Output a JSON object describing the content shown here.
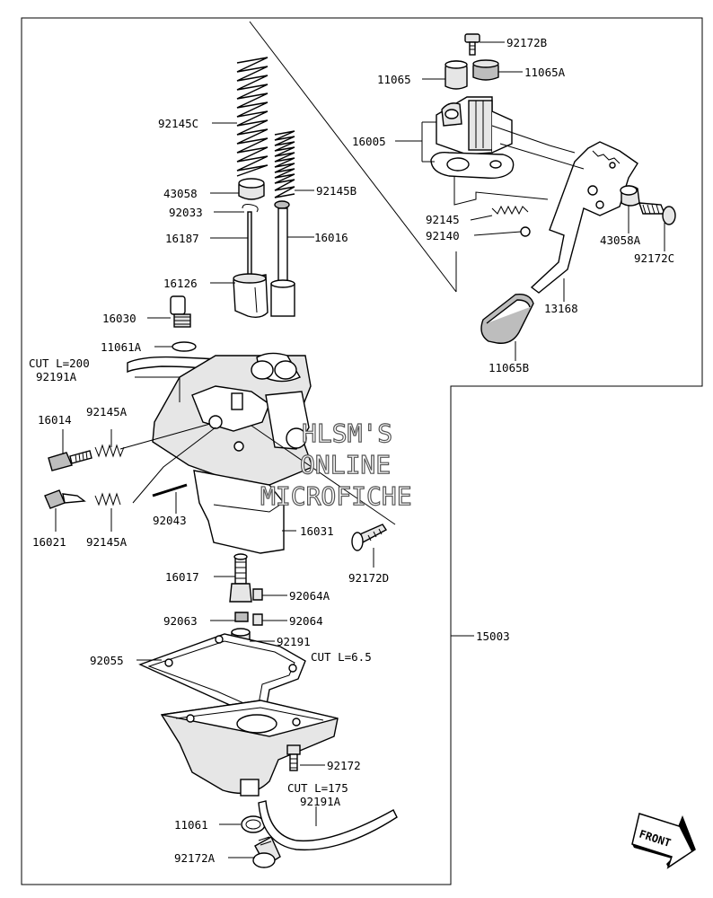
{
  "labels": {
    "l92172B": "92172B",
    "l11065": "11065",
    "l11065A": "11065A",
    "l16005": "16005",
    "l92145": "92145",
    "l92140": "92140",
    "l43058A": "43058A",
    "l92172C": "92172C",
    "l13168": "13168",
    "l11065B": "11065B",
    "l92145C": "92145C",
    "l43058": "43058",
    "l92145B": "92145B",
    "l92033": "92033",
    "l16187": "16187",
    "l16016": "16016",
    "l16126": "16126",
    "l16030": "16030",
    "l11061A": "11061A",
    "lCut200": "CUT L=200",
    "l92191A_top": "92191A",
    "l16014": "16014",
    "l92145A_1": "92145A",
    "l16021": "16021",
    "l92145A_2": "92145A",
    "l92043": "92043",
    "l16031": "16031",
    "l92172D": "92172D",
    "l16017": "16017",
    "l92064A": "92064A",
    "l92063": "92063",
    "l92064": "92064",
    "l92191": "92191",
    "l92055": "92055",
    "lCut65": "CUT L=6.5",
    "l15003": "15003",
    "l92172": "92172",
    "lCut175": "CUT L=175",
    "l92191A_bot": "92191A",
    "l11061": "11061",
    "l92172A": "92172A"
  },
  "watermark": [
    "HLSM'S",
    "ONLINE",
    "MICROFICHE"
  ],
  "front_arrow": "FRONT"
}
